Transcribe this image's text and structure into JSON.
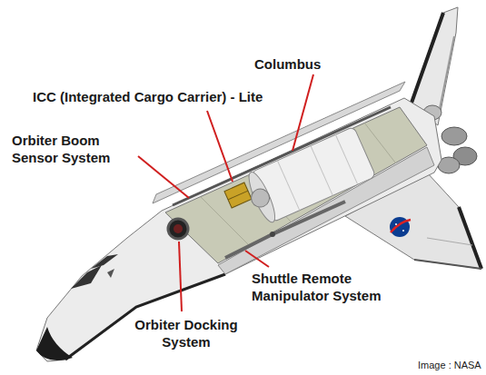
{
  "diagram": {
    "labels": [
      "Columbus",
      "ICC (Integrated Cargo Carrier) - Lite",
      "Orbiter Boom Sensor System",
      "Shuttle Remote Manipulator System",
      "Orbiter Docking System",
      "Image : NASA"
    ]
  }
}
